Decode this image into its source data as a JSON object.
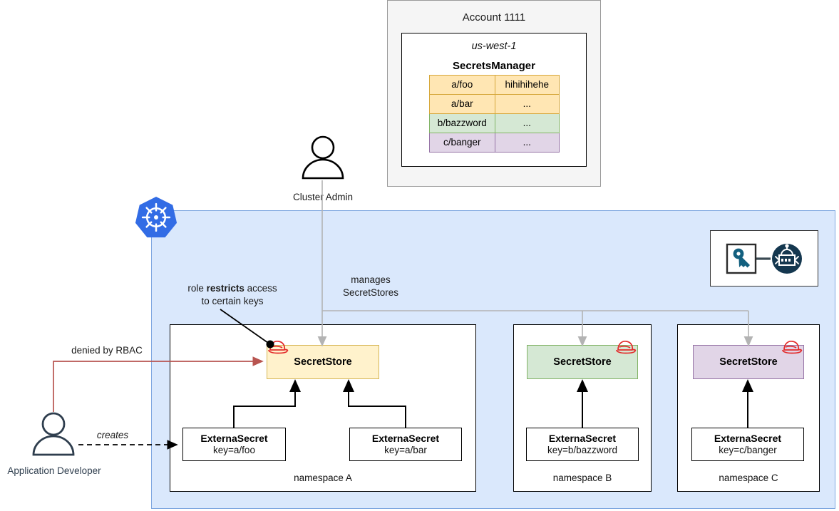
{
  "account": {
    "title": "Account 1111",
    "region": "us-west-1",
    "service": "SecretsManager",
    "table": {
      "rows": [
        {
          "key": "a/foo",
          "value": "hihihihehe",
          "tone": "a"
        },
        {
          "key": "a/bar",
          "value": "...",
          "tone": "a"
        },
        {
          "key": "b/bazzword",
          "value": "...",
          "tone": "b"
        },
        {
          "key": "c/banger",
          "value": "...",
          "tone": "c"
        }
      ]
    }
  },
  "actors": {
    "cluster_admin": "Cluster Admin",
    "application_developer": "Application Developer"
  },
  "annotations": {
    "role_note_prefix": "role ",
    "role_note_bold": "restricts",
    "role_note_suffix": " access",
    "role_note_line2": "to certain keys",
    "manages_line1": "manages",
    "manages_line2": "SecretStores",
    "denied_by_rbac": "denied by RBAC",
    "creates": "creates"
  },
  "namespaces": [
    {
      "id": "a",
      "label": "namespace A",
      "store_label": "SecretStore",
      "store_color": "#fff2cc",
      "store_border": "#d6b656",
      "external_secrets": [
        {
          "title": "ExternaSecret",
          "key": "key=a/foo"
        },
        {
          "title": "ExternaSecret",
          "key": "key=a/bar"
        }
      ]
    },
    {
      "id": "b",
      "label": "namespace B",
      "store_label": "SecretStore",
      "store_color": "#d5e8d4",
      "store_border": "#82b366",
      "external_secrets": [
        {
          "title": "ExternaSecret",
          "key": "key=b/bazzword"
        }
      ]
    },
    {
      "id": "c",
      "label": "namespace C",
      "store_label": "SecretStore",
      "store_color": "#e1d5e7",
      "store_border": "#9673a6",
      "external_secrets": [
        {
          "title": "ExternaSecret",
          "key": "key=c/banger"
        }
      ]
    }
  ],
  "icons": {
    "kubernetes": "kubernetes-logo-icon",
    "eso": "external-secrets-operator-logo-icon",
    "helmet": "red-hat-helmet-icon",
    "person": "person-icon"
  },
  "colors": {
    "cluster_fill": "#dae8fc",
    "cluster_border": "#7ea6e0",
    "account_fill": "#f5f5f5",
    "account_border": "#9a9a9a",
    "denied_arrow": "#b85450",
    "manages_arrow": "#b3b3b3",
    "k8s_blue": "#326ce5",
    "eso_navy": "#14374f",
    "helmet_red": "#e32b2b",
    "person_dark": "#2f3e4e"
  }
}
